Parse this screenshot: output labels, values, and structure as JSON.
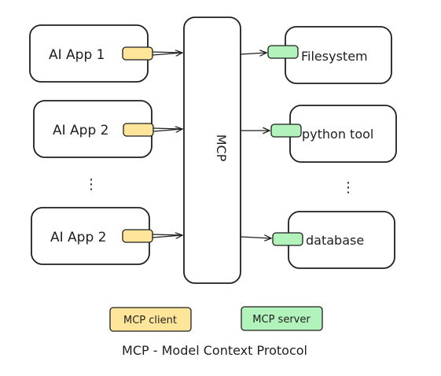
{
  "colors": {
    "stroke": "#1e1e1e",
    "client": "#ffe599",
    "server": "#b2f2bb",
    "background": "#ffffff"
  },
  "apps": [
    {
      "label": "AI App 1"
    },
    {
      "label": "AI App 2"
    },
    {
      "label": "AI App 2"
    }
  ],
  "apps_ellipsis": "⋮",
  "hub_label": "MCP",
  "servers": [
    {
      "label": "Filesystem"
    },
    {
      "label": "python tool"
    },
    {
      "label": "database"
    }
  ],
  "servers_ellipsis": "⋮",
  "legend": {
    "client_label": "MCP client",
    "server_label": "MCP server"
  },
  "caption": "MCP - Model Context Protocol"
}
